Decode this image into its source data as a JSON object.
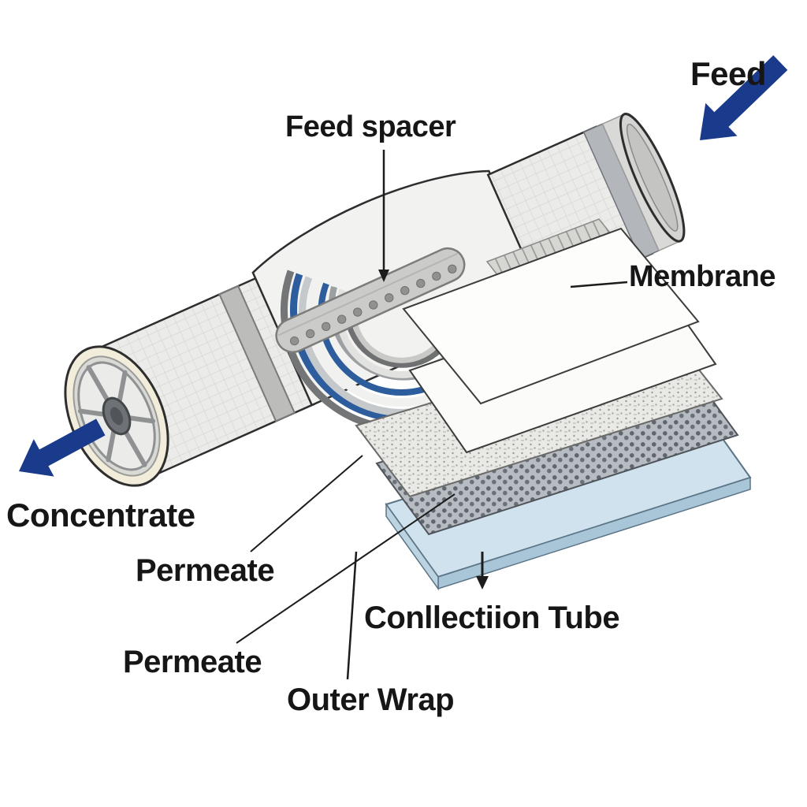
{
  "page": {
    "background": "#ffffff"
  },
  "diagram": {
    "type": "spiral-wound-membrane-module-exploded-view",
    "labels": {
      "feed": "Feed",
      "feed_spacer": "Feed spacer",
      "membrane": "Membrane",
      "concentrate": "Concentrate",
      "permeate_top": "Permeate",
      "permeate_bottom": "Permeate",
      "collection_tube": "Conllectiion Tube",
      "outer_wrap": "Outer Wrap"
    },
    "icons": {
      "feed_arrow": "thick-blue-arrow-down-left",
      "concentrate_arrow": "thick-blue-arrow-down-left",
      "feed_spacer_pointer": "thin-arrow-down",
      "collection_tube_pointer": "thin-arrow-down"
    },
    "colors": {
      "arrow_blue": "#1a3a8c",
      "label_text": "#161616",
      "membrane_layer_blue": "#2e5d9d",
      "outer_wrap_blue": "#cfe2ee",
      "cylinder_body": "#ebebe9",
      "end_cap_cream": "#f2edda",
      "collection_tube_gray": "#6e7276"
    }
  }
}
